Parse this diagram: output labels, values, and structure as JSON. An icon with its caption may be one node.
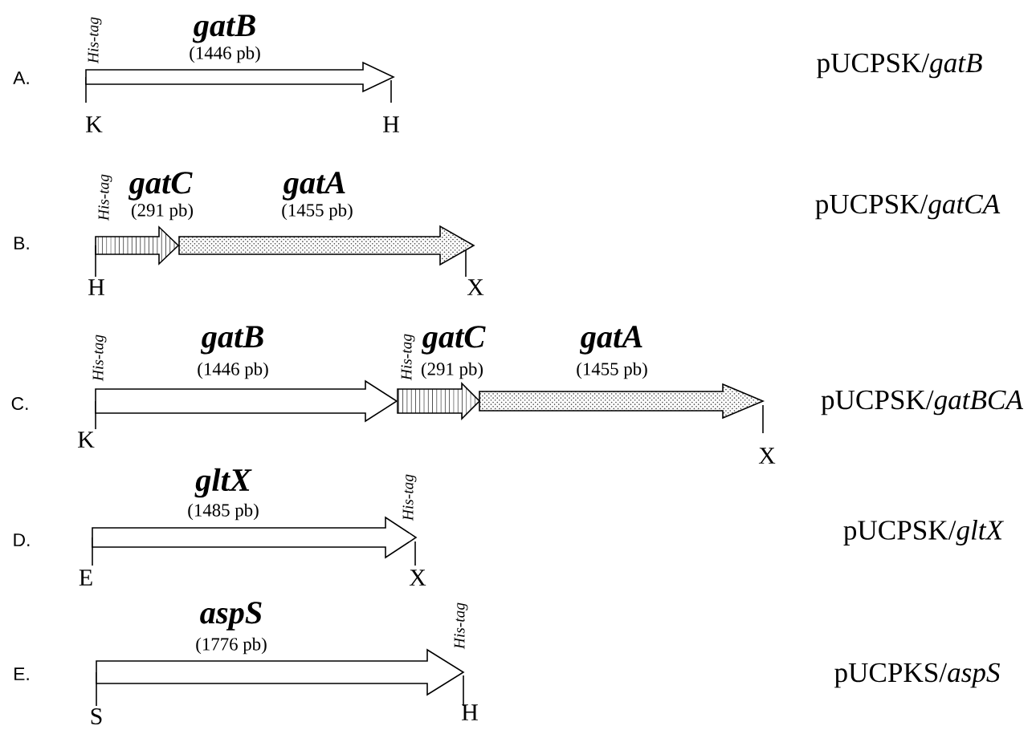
{
  "diagram": {
    "nodes": [
      {
        "text": [
          "gatB",
          "(1446 pb)"
        ],
        "beside": [
          "His-tag",
          "K",
          "H"
        ]
      },
      {
        "text": [
          "gatC",
          "(291 pb)"
        ],
        "beside": [
          "His-tag",
          "H"
        ]
      },
      {
        "text": [
          "gatA",
          "(1455 pb)"
        ],
        "beside": [
          "X"
        ]
      },
      {
        "text": [
          "gatB",
          "(1446 pb)"
        ],
        "beside": [
          "His-tag",
          "K"
        ]
      },
      {
        "text": [
          "gatC",
          "(291 pb)"
        ],
        "beside": [
          "His-tag"
        ]
      },
      {
        "text": [
          "gatA",
          "(1455 pb)"
        ],
        "beside": [
          "X"
        ]
      },
      {
        "text": [
          "gltX",
          "(1485 pb)"
        ],
        "beside": [
          "His-tag",
          "E",
          "X"
        ]
      },
      {
        "text": [
          "aspS",
          "(1776 pb)"
        ],
        "beside": [
          "His-tag",
          "S",
          "H"
        ]
      }
    ],
    "labels": [
      "A.",
      "pUCPSK/*gatB*",
      "B.",
      "pUCPSK/*gatCA*",
      "C.",
      "pUCPSK/*gatBCA*",
      "D.",
      "pUCPSK/*gltX*",
      "E.",
      "pUCPKS/*aspS*"
    ]
  }
}
